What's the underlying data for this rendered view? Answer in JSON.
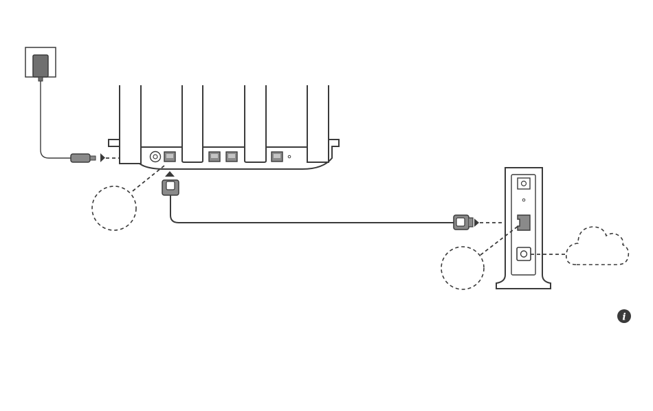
{
  "diagram": {
    "components": {
      "power_adapter": "power-adapter",
      "router": "router",
      "modem": "modem",
      "internet": "internet-cloud"
    },
    "router_ports": [
      "power",
      "wan",
      "lan",
      "lan",
      "lan"
    ],
    "modem_ports": [
      "power-button",
      "ethernet",
      "coaxial"
    ],
    "callouts": [
      "router-wan-port-callout",
      "modem-ethernet-port-callout"
    ],
    "info_icon": "info-icon",
    "colors": {
      "line": "#3a3a3a",
      "connector_fill": "#6f6f6f",
      "connector_light": "#9a9a9a",
      "icon_bg": "#3a3a3a",
      "background": "#ffffff"
    }
  }
}
